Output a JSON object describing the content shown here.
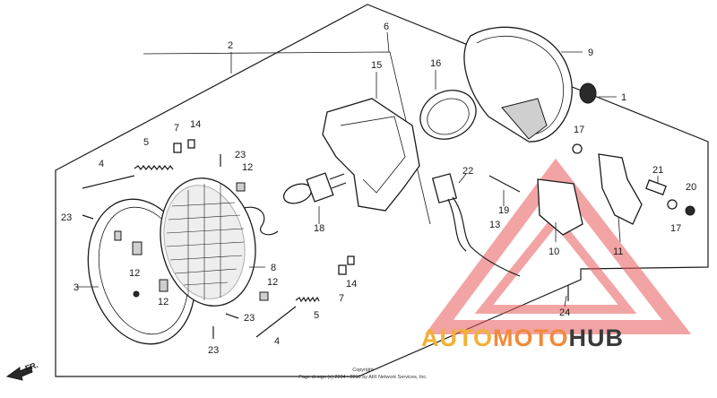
{
  "callouts": [
    "1",
    "2",
    "3",
    "4",
    "4",
    "5",
    "5",
    "6",
    "7",
    "7",
    "8",
    "9",
    "10",
    "11",
    "12",
    "12",
    "12",
    "12",
    "13",
    "14",
    "14",
    "15",
    "16",
    "17",
    "17",
    "18",
    "19",
    "20",
    "21",
    "22",
    "23",
    "23",
    "23",
    "23",
    "24"
  ],
  "direction_label": "FR.",
  "copyright_line1": "Copyright",
  "copyright_line2": "Page design (c) 2004 - 2016 by ARI Network Services, Inc.",
  "watermark": {
    "text_auto": "AUTO",
    "text_moto": "MOTO",
    "text_hub": "HUB",
    "colors": {
      "auto": "#f2b134",
      "moto": "#f08a3a",
      "hub": "#3a3a3a",
      "triangle": "#e85a5a"
    }
  }
}
